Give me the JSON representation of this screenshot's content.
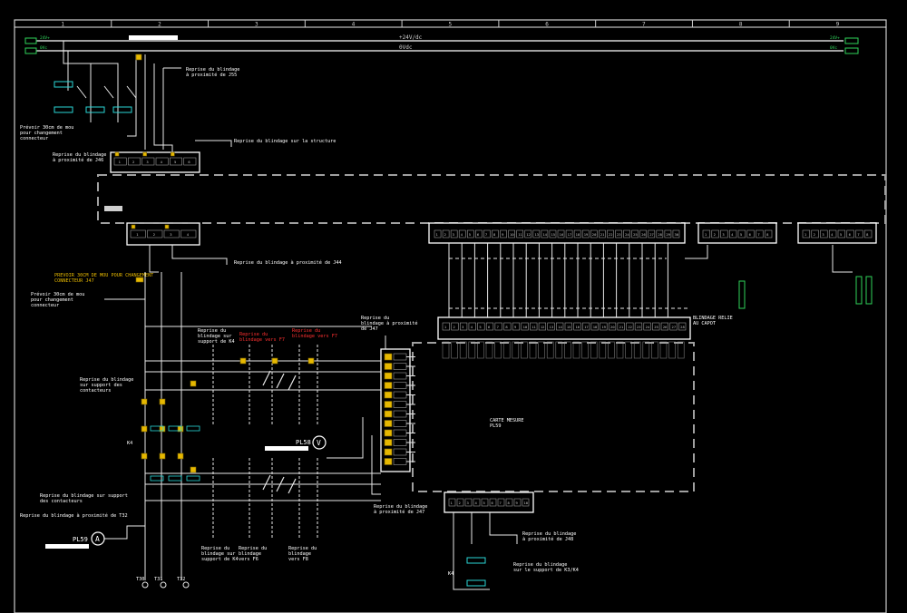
{
  "colors": {
    "background": "#000000",
    "wire": "#ffffff",
    "terminal": "#e6b800",
    "tag": "#2ad6d6",
    "bus_tag": "#2fd35a",
    "highlight": "#ff3030"
  },
  "columns": [
    "1",
    "2",
    "3",
    "4",
    "5",
    "6",
    "7",
    "8",
    "9"
  ],
  "buses": {
    "top_left": "24V+",
    "second_left": "0Vc",
    "top_mid": "+24V/dc",
    "second_mid": "0Vdc",
    "top_right": "24V+",
    "second_right": "0Vc"
  },
  "labels": {
    "reprise_j55": "Reprise du blindage\nà proximité de J55",
    "prevoir_30cm_1": "Prévoir 30cm de mou\npour changement\nconnecteur",
    "reprise_j46": "Reprise du blindage\nà proximité de J46",
    "reprise_structure": "Reprise du blindage sur la structure",
    "reprise_j44": "Reprise du blindage à proximité de J44",
    "red_note_left": "PREVOIR 30CM DE MOU POUR CHANGEMENT\nCONNECTEUR J47",
    "prevoir_30cm_2": "Prévoir 30cm de mou\npour changement\nconnecteur",
    "reprise_support_k4": "Reprise du\nblindage sur\nsupport de K4",
    "reprise_red_1": "Reprise du\nblindage vers F7",
    "reprise_red_2": "Reprise du\nblindage vers F7",
    "reprise_j47": "Reprise du\nblindage à proximité\nde J47",
    "blindage_relie": "BLINDAGE RELIE\nAU CAPOT",
    "reprise_contacteurs": "Reprise du blindage\nsur support des\ncontacteurs",
    "carte_mesure": "CARTE MESURE\nPL59",
    "reprise_contacteurs_2": "Reprise du blindage sur support\ndes contacteurs",
    "reprise_t32": "Reprise du blindage à proximité de T32",
    "reprise_j47_b": "Reprise du blindage\nà proximité de J47",
    "reprise_j48": "Reprise du blindage\nà proximité de J48",
    "reprise_k3_k4": "Reprise du blindage\nsur le support de K3/K4",
    "bottom_k4": "Reprise du\nblindage sur\nsupport de K4",
    "bottom_f6": "Reprise du\nblindage\nvers F6",
    "bottom_f8": "Reprise du\nblindage\nvers F8",
    "k4": "K4",
    "k4_b": "K4",
    "pl58": "PL58",
    "pl59": "PL59",
    "meter_v": "V",
    "meter_a": "A",
    "t30": "T30",
    "t31": "T31",
    "t32": "T32"
  },
  "connectors": {
    "j46_top_pins": [
      "1",
      "2",
      "3",
      "4",
      "5",
      "6"
    ],
    "wide_pins": [
      "1",
      "2",
      "3",
      "4",
      "5",
      "6",
      "7",
      "8",
      "9",
      "10",
      "11",
      "12",
      "13",
      "14",
      "15",
      "16",
      "17",
      "18",
      "19",
      "20",
      "21",
      "22",
      "23",
      "24",
      "25",
      "26",
      "27",
      "28",
      "29",
      "30"
    ],
    "right1_pins": [
      "1",
      "2",
      "3",
      "4",
      "5",
      "6",
      "7",
      "8"
    ],
    "right2_pins": [
      "1",
      "2",
      "3",
      "4",
      "5",
      "6",
      "7",
      "8"
    ],
    "measure_pins": [
      "1",
      "2",
      "3",
      "4",
      "5",
      "6",
      "7",
      "8",
      "9",
      "10",
      "11",
      "12",
      "13",
      "14",
      "15",
      "16",
      "17",
      "18",
      "19",
      "20",
      "21",
      "22",
      "23",
      "24",
      "25",
      "26",
      "27",
      "28"
    ],
    "bottom_pins": [
      "1",
      "2",
      "3",
      "4",
      "5",
      "6",
      "7",
      "8",
      "9",
      "10"
    ]
  }
}
